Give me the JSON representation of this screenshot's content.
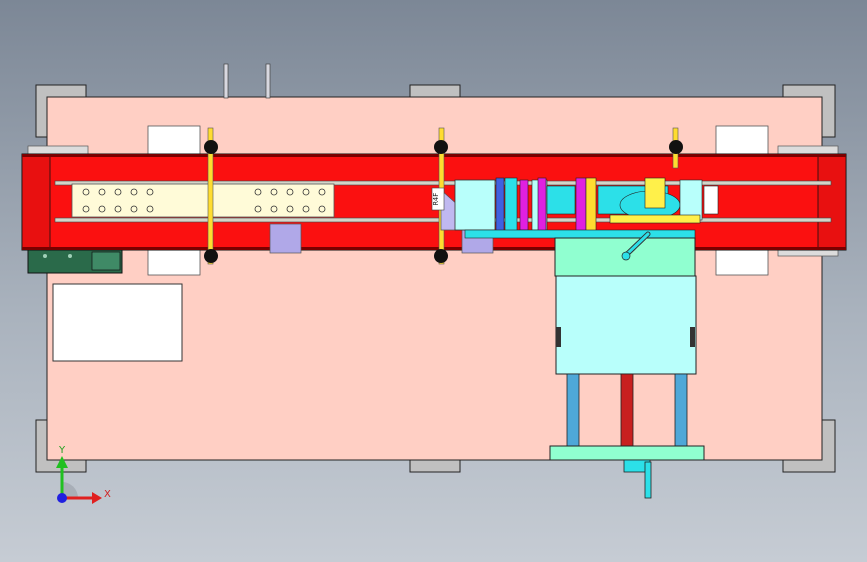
{
  "viewport": {
    "background_top": "#7c8796",
    "background_bottom": "#c6ccd4"
  },
  "model": {
    "part_label": "R4F",
    "colors": {
      "base_plate": "#ffcfc4",
      "belt": "#fb1010",
      "foot": "#c0c0c0",
      "rail": "#e8e8e0",
      "window": "#ffffff",
      "guide_shaft": "#ffdc30",
      "knob": "#111111",
      "block": "#b0a8e8",
      "cyan": "#b8fffb",
      "cyan_dark": "#2ce0e8",
      "green_top": "#90ffd0",
      "blue_rod": "#4ea8d8",
      "red_rod": "#c82020",
      "magenta": "#e020e0",
      "yellow": "#fff04a",
      "green_motor": "#2a6a4a"
    }
  },
  "triad": {
    "x_label": "X",
    "y_label": "Y",
    "x_color": "#e02020",
    "y_color": "#20c020",
    "z_color": "#2020e0"
  }
}
